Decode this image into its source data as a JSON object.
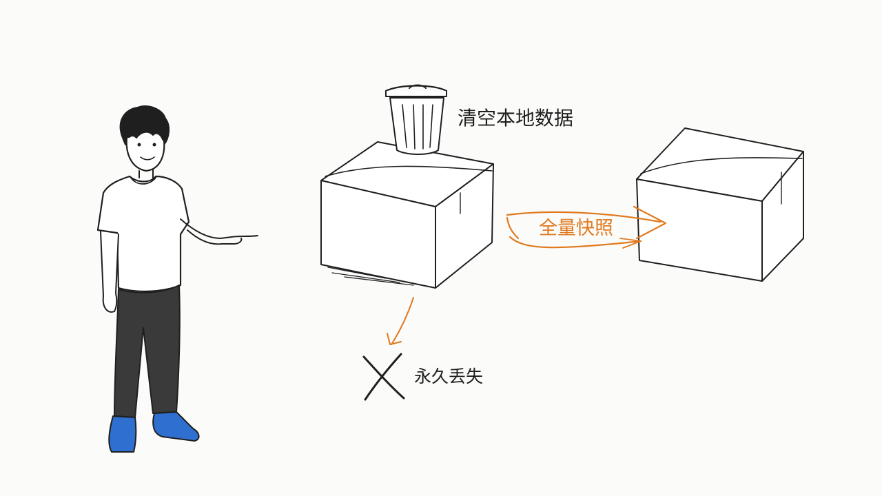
{
  "labels": {
    "clear_local_data": "清空本地数据",
    "full_snapshot": "全量快照",
    "permanently_lost": "永久丢失"
  },
  "colors": {
    "ink": "#1f1f1f",
    "accent_orange": "#e07a1f",
    "pants": "#3a3a3a",
    "shoes_blue": "#2f6fd0",
    "background": "#fbfbfa"
  },
  "icons": {
    "trash": "trash-can-icon",
    "cross": "cross-x-icon"
  }
}
